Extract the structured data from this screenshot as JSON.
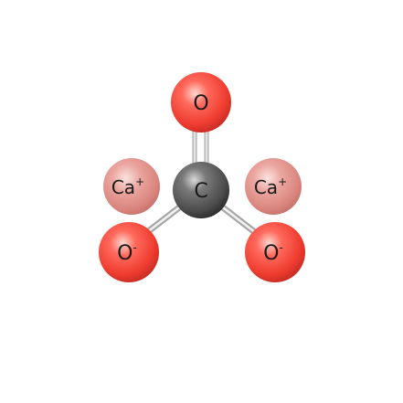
{
  "atoms": {
    "carbon": {
      "symbol": "C",
      "color": "#5a5a5a"
    },
    "oxygen_top": {
      "symbol": "O",
      "color": "#f04a3e"
    },
    "oxygen_left": {
      "symbol": "O",
      "charge": "-",
      "color": "#f04a3e"
    },
    "oxygen_right": {
      "symbol": "O",
      "charge": "-",
      "color": "#f04a3e"
    },
    "calcium_left": {
      "symbol": "Ca",
      "charge": "+",
      "color": "#e0918c"
    },
    "calcium_right": {
      "symbol": "Ca",
      "charge": "+",
      "color": "#e0918c"
    }
  },
  "bonds": {
    "c_o_top": {
      "order": 2
    },
    "c_o_left": {
      "order": 1
    },
    "c_o_right": {
      "order": 1
    }
  },
  "colors": {
    "bond": "#b8b8b8",
    "background": "#ffffff"
  }
}
